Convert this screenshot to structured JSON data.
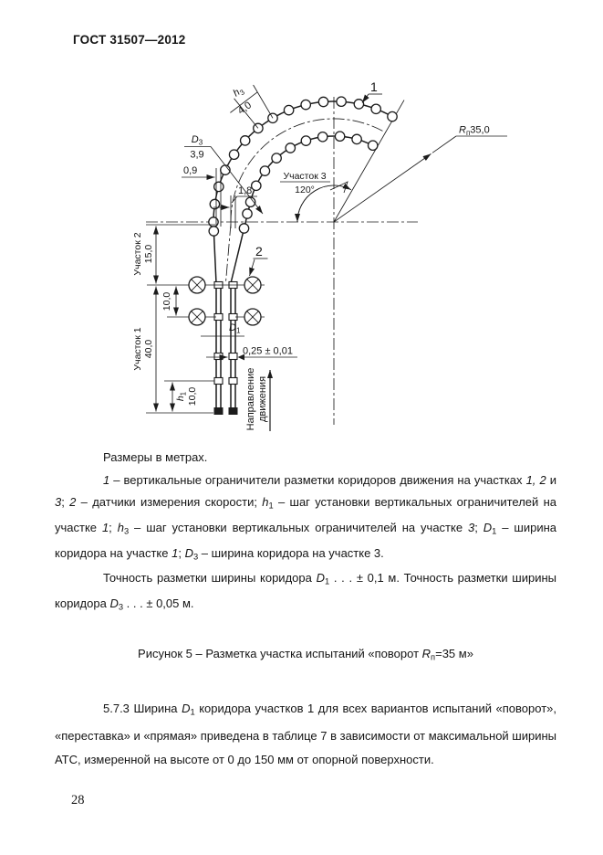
{
  "page": {
    "header": "ГОСТ 31507—2012",
    "number": "28"
  },
  "figure": {
    "callouts": {
      "c1": "1",
      "c2": "2"
    },
    "labels": {
      "h3_sym": "h",
      "h3_sub": "3",
      "h3_val": "4,0",
      "d3_sym": "D",
      "d3_sub": "3",
      "d3_val": "3,9",
      "dim_09": "0,9",
      "dim_18": "1,8",
      "section3_name": "Участок 3",
      "section3_angle": "120°",
      "radius_sym": "R",
      "radius_sub": "п",
      "radius_val": "35,0",
      "section2_name": "Участок 2",
      "section2_len": "15,0",
      "section1_name": "Участок 1",
      "section1_len": "40,0",
      "sensor_spacing": "10,0",
      "d1_sym": "D",
      "d1_sub": "1",
      "marker_width": "0,25 ± 0,01",
      "h1_sym": "h",
      "h1_sub": "1",
      "h1_val": "10,0",
      "direction_1": "Направление",
      "direction_2": "движения"
    }
  },
  "text": {
    "units_note": "Размеры в метрах.",
    "legend": [
      {
        "t": "1",
        "i": true
      },
      {
        "t": " – вертикальные ограничители разметки коридоров движения на участках "
      },
      {
        "t": "1, 2",
        "i": true
      },
      {
        "t": " и "
      },
      {
        "t": "3",
        "i": true
      },
      {
        "t": "; "
      },
      {
        "t": "2",
        "i": true
      },
      {
        "t": " – датчики измерения скорости; "
      },
      {
        "t": "h",
        "i": true
      },
      {
        "t": "1",
        "sub": true
      },
      {
        "t": " – шаг установки вертикальных ограничителей на участке "
      },
      {
        "t": "1",
        "i": true
      },
      {
        "t": "; "
      },
      {
        "t": "h",
        "i": true
      },
      {
        "t": "3",
        "sub": true
      },
      {
        "t": " – шаг установки вертикальных ограничителей на участке "
      },
      {
        "t": "3",
        "i": true
      },
      {
        "t": "; "
      },
      {
        "t": "D",
        "i": true
      },
      {
        "t": "1",
        "sub": true
      },
      {
        "t": " – ширина коридора на участке "
      },
      {
        "t": "1",
        "i": true
      },
      {
        "t": "; "
      },
      {
        "t": "D",
        "i": true
      },
      {
        "t": "3",
        "sub": true
      },
      {
        "t": " – ширина коридора на участке 3."
      }
    ],
    "accuracy": [
      {
        "t": "Точность разметки ширины коридора "
      },
      {
        "t": "D",
        "i": true
      },
      {
        "t": "1",
        "sub": true
      },
      {
        "t": " . . . ± 0,1 м. Точность разметки ширины коридора "
      },
      {
        "t": "D",
        "i": true
      },
      {
        "t": "3",
        "sub": true
      },
      {
        "t": " . . . ± 0,05 м."
      }
    ],
    "caption": [
      {
        "t": "Рисунок 5 – Разметка участка испытаний «поворот "
      },
      {
        "t": "R",
        "i": true
      },
      {
        "t": "п",
        "sub": true
      },
      {
        "t": "=35 м»"
      }
    ],
    "para_573": [
      {
        "t": "5.7.3 Ширина  "
      },
      {
        "t": "D",
        "i": true
      },
      {
        "t": "1",
        "sub": true
      },
      {
        "t": "  коридора  участков  1  для  всех  вариантов испытаний «поворот», «переставка» и «прямая» приведена в таблице 7 в зависимости от максимальной ширины АТС, измеренной на высоте от 0 до 150 мм от опорной поверхности."
      }
    ]
  }
}
